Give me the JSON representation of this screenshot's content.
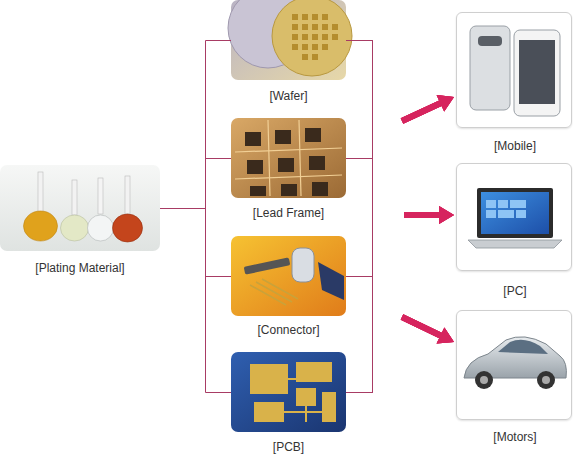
{
  "diagram": {
    "nodes": [
      {
        "text": [
          "[Plating Material]"
        ]
      },
      {
        "text": [
          "[Wafer]"
        ]
      },
      {
        "text": [
          "[Lead Frame]"
        ]
      },
      {
        "text": [
          "[Connector]"
        ]
      },
      {
        "text": [
          "[PCB]"
        ]
      },
      {
        "text": [
          "[Mobile]"
        ]
      },
      {
        "text": [
          "[PC]"
        ]
      },
      {
        "text": [
          "[Motors]"
        ]
      }
    ],
    "edges": [
      {
        "from": 0,
        "to": 1,
        "arrow": "none"
      },
      {
        "from": 0,
        "to": 2,
        "arrow": "none"
      },
      {
        "from": 0,
        "to": 3,
        "arrow": "none"
      },
      {
        "from": 0,
        "to": 4,
        "arrow": "none"
      },
      {
        "from": 1,
        "to": 5,
        "arrow": "to"
      },
      {
        "from": 1,
        "to": 6,
        "arrow": "to"
      },
      {
        "from": 1,
        "to": 7,
        "arrow": "to"
      },
      {
        "from": 2,
        "to": 5,
        "arrow": "to"
      },
      {
        "from": 2,
        "to": 6,
        "arrow": "to"
      },
      {
        "from": 2,
        "to": 7,
        "arrow": "to"
      },
      {
        "from": 3,
        "to": 5,
        "arrow": "to"
      },
      {
        "from": 3,
        "to": 6,
        "arrow": "to"
      },
      {
        "from": 3,
        "to": 7,
        "arrow": "to"
      },
      {
        "from": 4,
        "to": 5,
        "arrow": "to"
      },
      {
        "from": 4,
        "to": 6,
        "arrow": "to"
      },
      {
        "from": 4,
        "to": 7,
        "arrow": "to"
      }
    ]
  }
}
